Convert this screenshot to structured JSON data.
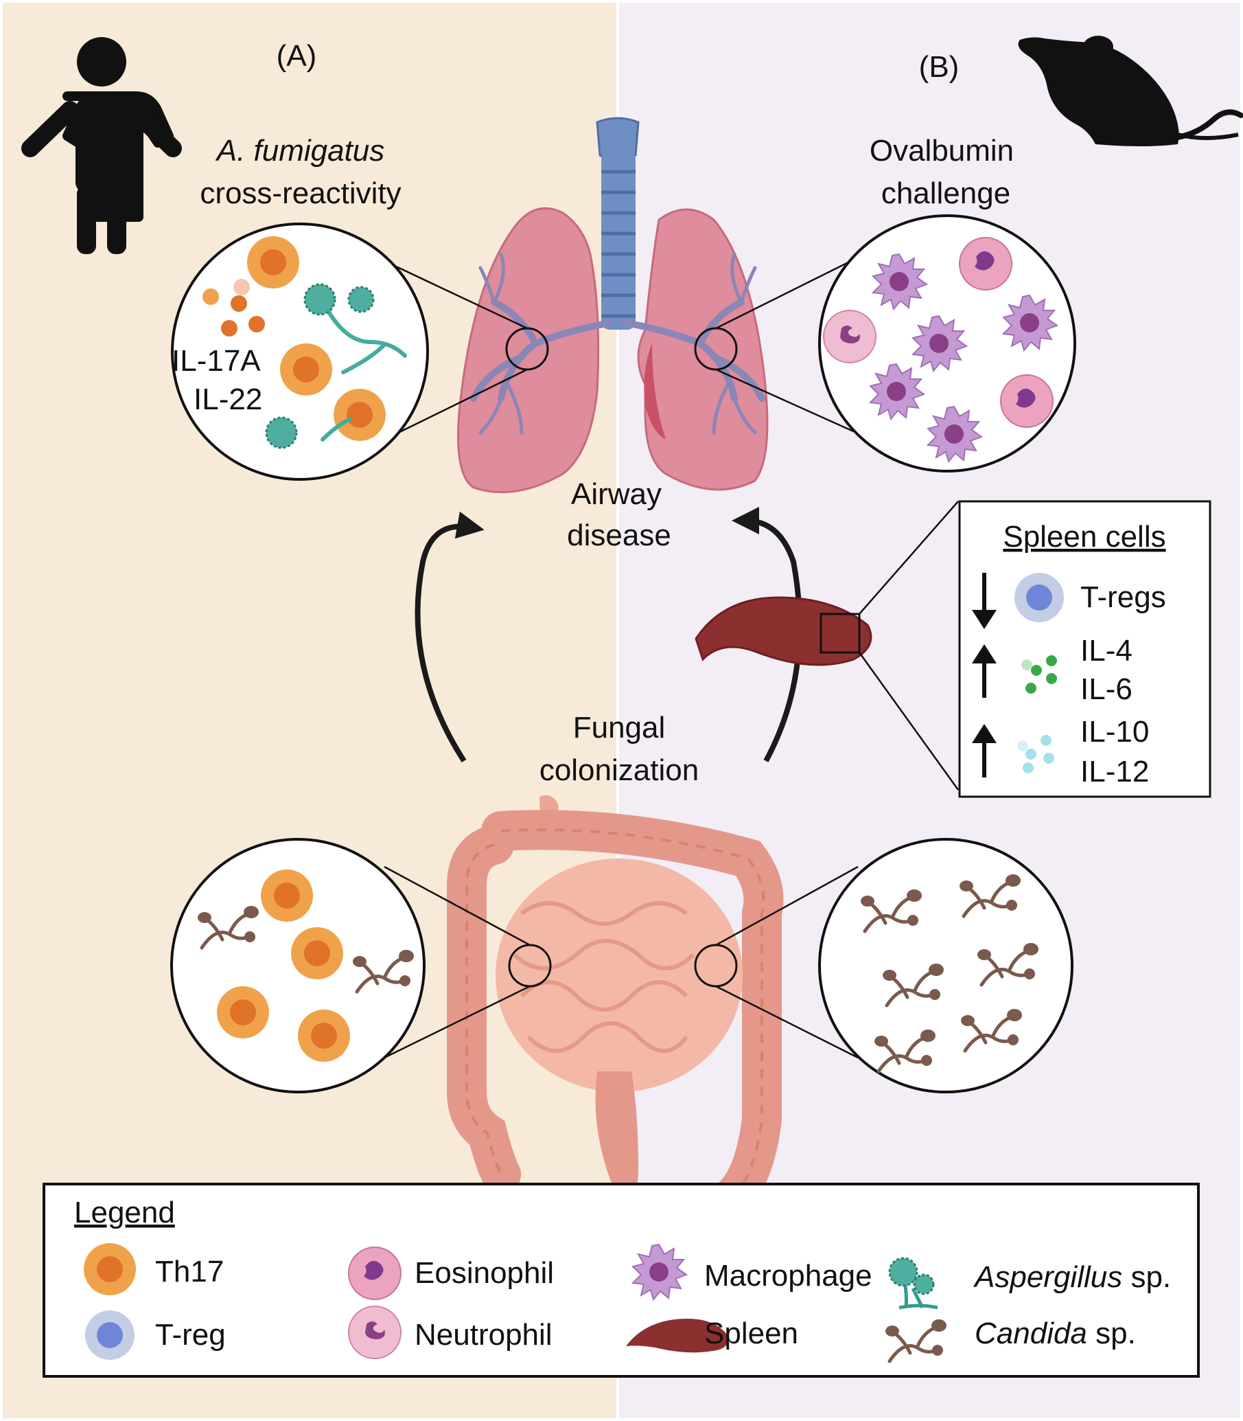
{
  "panel_a": {
    "label": "(A)",
    "title_italic": "A. fumigatus",
    "title_rest": "cross-reactivity",
    "cytokines": [
      "IL-17A",
      "IL-22"
    ]
  },
  "panel_b": {
    "label": "(B)",
    "title_line1": "Ovalbumin",
    "title_line2": "challenge"
  },
  "center": {
    "airway_line1": "Airway",
    "airway_line2": "disease",
    "fungal_line1": "Fungal",
    "fungal_line2": "colonization"
  },
  "spleen_box": {
    "title": "Spleen cells",
    "rows": [
      {
        "direction": "down",
        "lines": [
          "T-regs"
        ]
      },
      {
        "direction": "up",
        "lines": [
          "IL-4",
          "IL-6"
        ]
      },
      {
        "direction": "up",
        "lines": [
          "IL-10",
          "IL-12"
        ]
      }
    ]
  },
  "legend": {
    "title": "Legend",
    "items": [
      {
        "icon": "th17-cell-icon",
        "label": "Th17"
      },
      {
        "icon": "treg-cell-icon",
        "label": "T-reg"
      },
      {
        "icon": "eosinophil-icon",
        "label": "Eosinophil"
      },
      {
        "icon": "neutrophil-icon",
        "label": "Neutrophil"
      },
      {
        "icon": "macrophage-icon",
        "label": "Macrophage"
      },
      {
        "icon": "spleen-icon",
        "label": "Spleen"
      },
      {
        "icon": "aspergillus-icon",
        "label_italic": "Aspergillus",
        "label_rest": " sp."
      },
      {
        "icon": "candida-icon",
        "label_italic": "Candida",
        "label_rest": " sp."
      }
    ]
  },
  "colors": {
    "human_bg": "#f8ead8",
    "mouse_bg": "#f3eef6",
    "th17_outer": "#f0a24a",
    "th17_inner": "#e0722a",
    "treg_outer": "#c4cde6",
    "treg_inner": "#6f86d8",
    "lung": "#df8c9c",
    "trachea": "#6f8fc4",
    "spleen": "#8c2f2f",
    "intestine": "#eca596",
    "fungus": "#7a5a4c",
    "aspergillus": "#2f9c8e",
    "macrophage": "#c59ad4",
    "eosinophil": "#eba3c0",
    "neutrophil": "#f0bcd2"
  }
}
